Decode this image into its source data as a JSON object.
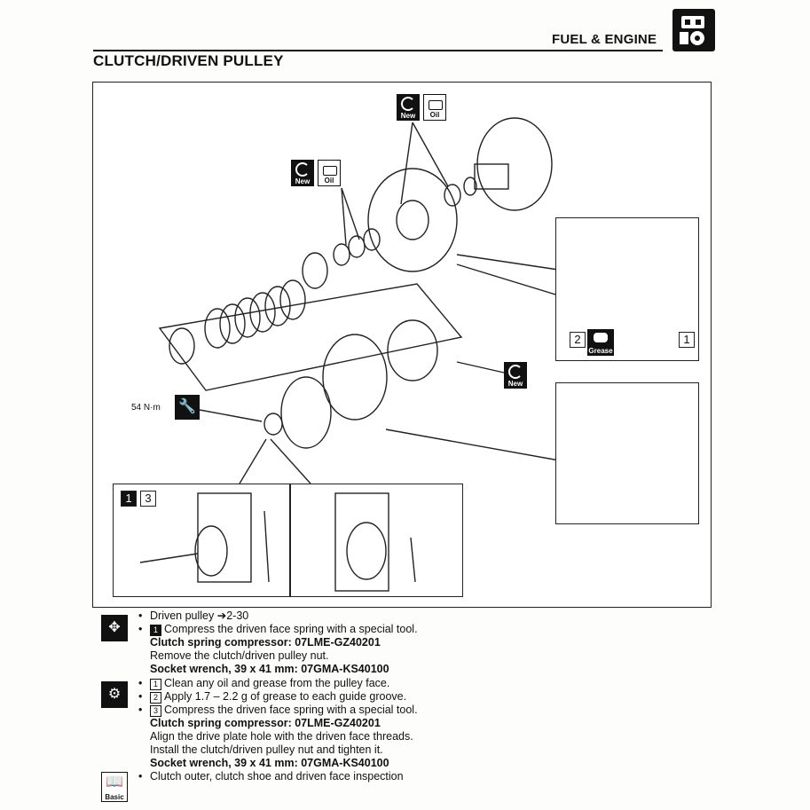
{
  "header": {
    "section_title": "FUEL & ENGINE",
    "section_icon": "engine-icon",
    "page_title": "CLUTCH/DRIVEN PULLEY"
  },
  "figure": {
    "badges": [
      {
        "kind": "new",
        "label": "New"
      },
      {
        "kind": "oil",
        "label": "Oil"
      }
    ],
    "torque": "54 N·m",
    "grease_label": "Grease",
    "inset_top_callouts": [
      "2",
      "1"
    ],
    "inset_bottom_callouts": [
      "1",
      "3"
    ]
  },
  "instructions": {
    "removal": {
      "icon": "removal-icon",
      "lines": [
        {
          "text": "Driven pulley ➔2-30",
          "bullet": "•"
        },
        {
          "ref": "1",
          "text": "Compress the driven face spring with a special tool.",
          "bullet": "•"
        },
        {
          "text": "Clutch spring compressor: 07LME-GZ40201",
          "bold": true
        },
        {
          "text": "Remove the clutch/driven pulley nut."
        },
        {
          "text": "Socket wrench, 39 x 41 mm: 07GMA-KS40100",
          "bold": true
        }
      ]
    },
    "installation": {
      "icon": "installation-icon",
      "lines": [
        {
          "ref": "1",
          "text": "Clean any oil and grease from the pulley face.",
          "bullet": "•"
        },
        {
          "ref": "2",
          "text": "Apply 1.7 – 2.2 g of grease to each guide groove.",
          "bullet": "•"
        },
        {
          "ref": "3",
          "text": "Compress the driven face spring with a special tool.",
          "bullet": "•"
        },
        {
          "text": "Clutch spring compressor: 07LME-GZ40201",
          "bold": true
        },
        {
          "text": "Align the drive plate hole with the driven face threads."
        },
        {
          "text": "Install the clutch/driven pulley nut and tighten it."
        },
        {
          "text": "Socket wrench, 39 x 41 mm: 07GMA-KS40100",
          "bold": true
        }
      ]
    },
    "inspection": {
      "icon": "basic-book-icon",
      "icon_label": "Basic",
      "lines": [
        {
          "text": "Clutch outer, clutch shoe and driven face inspection",
          "bullet": "•"
        }
      ]
    }
  }
}
